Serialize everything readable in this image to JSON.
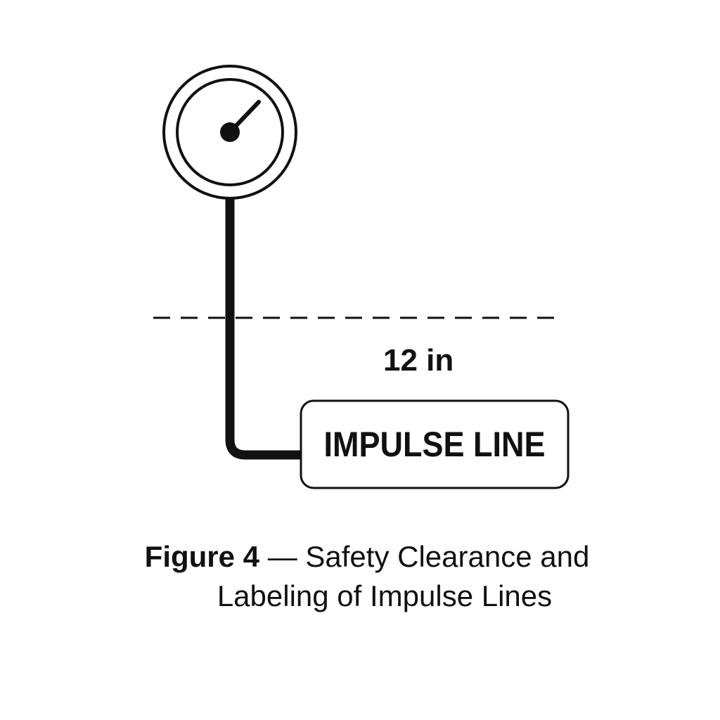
{
  "dimension_label": "12 in",
  "line_label": "IMPULSE LINE",
  "caption": {
    "figure": "Figure 4",
    "dash": " — ",
    "line1_rest": "Safety Clearance and",
    "line2": "Labeling of Impulse Lines"
  },
  "colors": {
    "ink": "#111111",
    "background": "#ffffff"
  }
}
